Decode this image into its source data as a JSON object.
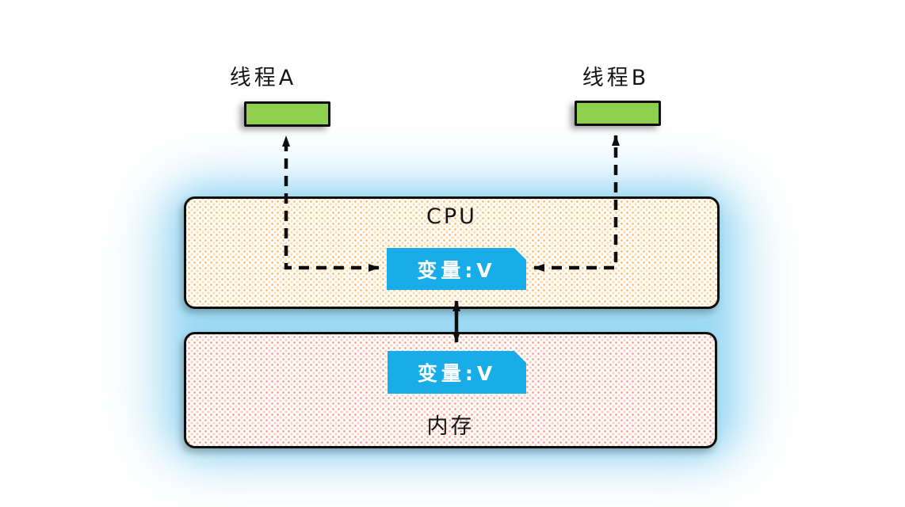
{
  "diagram": {
    "threads": [
      {
        "id": "thread-a",
        "label": "线程A"
      },
      {
        "id": "thread-b",
        "label": "线程B"
      }
    ],
    "cpu": {
      "label": "CPU",
      "variable": "变量:V"
    },
    "memory": {
      "label": "内存",
      "variable": "变量:V"
    },
    "relations": [
      "thread-a reads/writes variable V in CPU (dashed arrow)",
      "thread-b reads/writes variable V in CPU (dashed arrow)",
      "variable V is synchronized between CPU and memory (double arrow)"
    ],
    "colors": {
      "thread_box_green": "#8ed04e",
      "variable_box_blue": "#18ace8",
      "cpu_dot_orange": "#f4921e",
      "memory_dot_red": "#eb5050",
      "halo_blue": "#9cd9f3",
      "stroke_black": "#0e0e0e",
      "box_fill": "#fffdf8"
    }
  }
}
